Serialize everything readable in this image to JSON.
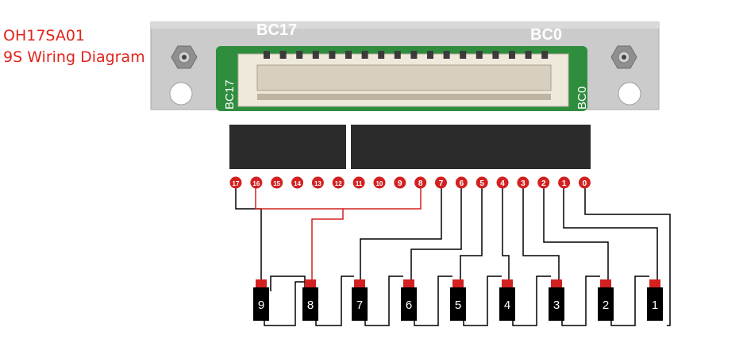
{
  "title_line1": "OH17SA01",
  "title_line2": "9S Wiring Diagram",
  "board": {
    "top_left_label": "BC17",
    "top_right_label": "BC0",
    "side_left_label": "BC17",
    "side_right_label": "BC0"
  },
  "pins": [
    "17",
    "16",
    "15",
    "14",
    "13",
    "12",
    "11",
    "10",
    "9",
    "8",
    "7",
    "6",
    "5",
    "4",
    "3",
    "2",
    "1",
    "0"
  ],
  "cells": [
    "9",
    "8",
    "7",
    "6",
    "5",
    "4",
    "3",
    "2",
    "1"
  ],
  "colors": {
    "accent_red": "#d32020",
    "title_red": "#e0241b",
    "wire": "#000000",
    "board_green": "#2f8d3e",
    "plate_gray": "#c9c9c9"
  }
}
